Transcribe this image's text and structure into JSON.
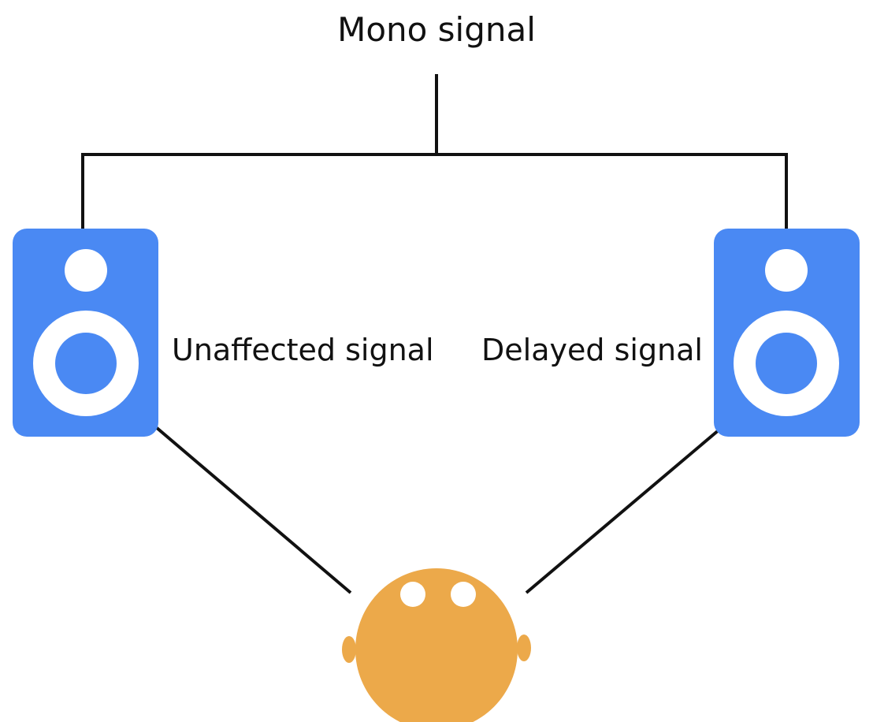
{
  "diagram": {
    "title": "Mono signal",
    "left_speaker": {
      "label": "Unaffected signal",
      "icon": "speaker-icon"
    },
    "right_speaker": {
      "label": "Delayed signal",
      "icon": "speaker-icon"
    },
    "listener": {
      "icon": "listener-head-icon"
    }
  },
  "colors": {
    "speaker": "#4a89f3",
    "speaker_inner": "#ffffff",
    "listener": "#eca94a",
    "line": "#111111",
    "text": "#111111",
    "background": "#ffffff"
  }
}
